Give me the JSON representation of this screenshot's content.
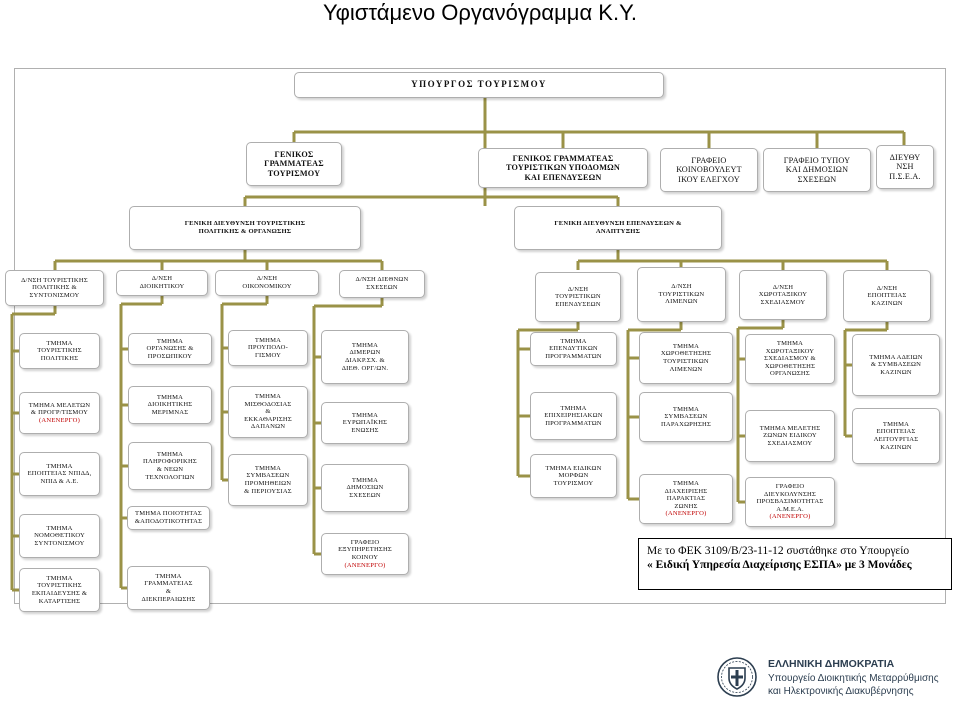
{
  "title": "Υφιστάμενο Οργανόγραμμα Κ.Υ.",
  "colors": {
    "connector": "#9a9247",
    "inactive_text": "#c00000",
    "footer_text": "#2c3e50"
  },
  "org": {
    "minister": "ΥΠΟΥΡΓΟΣ ΤΟΥΡΙΣΜΟΥ",
    "gen_sec": [
      "ΓΕΝΙΚΟΣ",
      "ΓΡΑΜΜΑΤΕΑΣ",
      "ΤΟΥΡΙΣΜΟΥ"
    ],
    "gen_sec2": [
      "ΓΕΝΙΚΟΣ ΓΡΑΜΜΑΤΕΑΣ",
      "ΤΟΥΡΙΣΤΙΚΩΝ ΥΠΟΔΟΜΩΝ",
      "ΚΑΙ ΕΠΕΝΔΥΣΕΩΝ"
    ],
    "office_legal": [
      "ΓΡΑΦΕΙΟ",
      "ΚΟΙΝΟΒΟΥΛΕΥΤ",
      "ΙΚΟΥ ΕΛΕΓΧΟΥ"
    ],
    "office_press": [
      "ΓΡΑΦΕΙΟ ΤΥΠΟΥ",
      "ΚΑΙ ΔΗΜΟΣΙΩΝ",
      "ΣΧΕΣΕΩΝ"
    ],
    "dir_pse": [
      "ΔΙΕΥΘΥ",
      "ΝΣΗ",
      "Π.Σ.Ε.Α."
    ],
    "gd1": [
      "ΓΕΝΙΚΗ ΔΙΕΥΘΥΝΣΗ ΤΟΥΡΙΣΤΙΚΗΣ",
      "ΠΟΛΙΤΙΚΗΣ & ΟΡΓΑΝΩΣΗΣ"
    ],
    "gd2": [
      "ΓΕΝΙΚΗ ΔΙΕΥΘΥΝΣΗ ΕΠΕΝΔΥΣΕΩΝ &",
      "ΑΝΑΠΤΥΞΗΣ"
    ],
    "d1": [
      "Δ/ΝΣΗ ΤΟΥΡΙΣΤΙΚΗΣ",
      "ΠΟΛΙΤΙΚΗΣ &",
      "ΣΥΝΤΟΝΙΣΜΟΥ"
    ],
    "d2": [
      "Δ/ΝΣΗ",
      "ΔΙΟΙΚΗΤΙΚΟΥ"
    ],
    "d3": [
      "Δ/ΝΣΗ",
      "ΟΙΚΟΝΟΜΙΚΟΥ"
    ],
    "d4": [
      "Δ/ΝΣΗ ΔΙΕΘΝΩΝ",
      "ΣΧΕΣΕΩΝ"
    ],
    "d5": [
      "Δ/ΝΣΗ",
      "ΤΟΥΡΙΣΤΙΚΩΝ",
      "ΕΠΕΝΔΥΣΕΩΝ"
    ],
    "d6": [
      "Δ/ΝΣΗ",
      "ΤΟΥΡΙΣΤΙΚΩΝ",
      "ΛΙΜΕΝΩΝ"
    ],
    "d7": [
      "Δ/ΝΣΗ",
      "ΧΩΡΟΤΑΞΙΚΟΥ",
      "ΣΧΕΔΙΑΣΜΟΥ"
    ],
    "d8": [
      "Δ/ΝΣΗ",
      "ΕΠΟΠΤΕΙΑΣ",
      "ΚΑΖΙΝΩΝ"
    ],
    "c1": [
      {
        "lines": [
          "ΤΜΗΜΑ",
          "ΤΟΥΡΙΣΤΙΚΗΣ",
          "ΠΟΛΙΤΙΚΗΣ"
        ]
      },
      {
        "lines": [
          "ΤΜΗΜΑ ΜΕΛΕΤΩΝ",
          "& ΠΡΟΓΡ/ΤΙΣΜΟΥ"
        ],
        "note": "(ΑΝΕΝΕΡΓΟ)"
      },
      {
        "lines": [
          "ΤΜΗΜΑ",
          "ΕΠΟΠΤΕΙΑΣ ΝΠΙΔΔ,",
          "ΝΠΙΔ & Α.Ε."
        ]
      },
      {
        "lines": [
          "ΤΜΗΜΑ",
          "ΝΟΜΟΘΕΤΙΚΟΥ",
          "ΣΥΝΤΟΝΙΣΜΟΥ"
        ]
      },
      {
        "lines": [
          "ΤΜΗΜΑ",
          "ΤΟΥΡΙΣΤΙΚΗΣ",
          "ΕΚΠΑΙΔΕΥΣΗΣ &",
          "ΚΑΤΑΡΤΙΣΗΣ"
        ]
      }
    ],
    "c2": [
      {
        "lines": [
          "ΤΜΗΜΑ",
          "ΟΡΓΑΝΩΣΗΣ &",
          "ΠΡΟΣΩΠΙΚΟΥ"
        ]
      },
      {
        "lines": [
          "ΤΜΗΜΑ",
          "ΔΙΟΙΚΗΤΙΚΗΣ",
          "ΜΕΡΙΜΝΑΣ"
        ]
      },
      {
        "lines": [
          "ΤΜΗΜΑ",
          "ΠΛΗΡΟΦΟΡΙΚΗΣ",
          "& ΝΕΩΝ",
          "ΤΕΧΝΟΛΟΓΙΩΝ"
        ]
      },
      {
        "lines": [
          "ΤΜΗΜΑ ΠΟΙΟΤΗΤΑΣ",
          "&ΑΠΟΔΟΤΙΚΟΤΗΤΑΣ"
        ]
      },
      {
        "lines": [
          "ΤΜΗΜΑ",
          "ΓΡΑΜΜΑΤΕΙΑΣ",
          "&",
          "ΔΙΕΚΠΕΡΑΙΩΣΗΣ"
        ]
      }
    ],
    "c3": [
      {
        "lines": [
          "ΤΜΗΜΑ",
          "ΠΡΟΥΠΟΛΟ-",
          "ΓΙΣΜΟΥ"
        ]
      },
      {
        "lines": [
          "ΤΜΗΜΑ",
          "ΜΙΣΘΟΔΟΣΙΑΣ",
          "&",
          "ΕΚΚΑΘΑΡΙΣΗΣ",
          "ΔΑΠΑΝΩΝ"
        ]
      },
      {
        "lines": [
          "ΤΜΗΜΑ",
          "ΣΥΜΒΑΣΕΩΝ",
          "ΠΡΟΜΗΘΕΙΩΝ",
          "& ΠΕΡΙΟΥΣΙΑΣ"
        ]
      }
    ],
    "c4": [
      {
        "lines": [
          "ΤΜΗΜΑ",
          "ΔΙΜΕΡΩΝ",
          "ΔΙΑΚΡ.ΣΧ. &",
          "ΔΙΕΘ. ΟΡΓ/ΩΝ."
        ]
      },
      {
        "lines": [
          "ΤΜΗΜΑ",
          "ΕΥΡΩΠΑΪΚΗΣ",
          "ΕΝΩΣΗΣ"
        ]
      },
      {
        "lines": [
          "ΤΜΗΜΑ",
          "ΔΗΜΟΣΙΩΝ",
          "ΣΧΕΣΕΩΝ"
        ]
      },
      {
        "lines": [
          "ΓΡΑΦΕΙΟ",
          "ΕΞΥΠΗΡΕΤΗΣΗΣ",
          "ΚΟΙΝΟΥ"
        ],
        "note": "(ΑΝΕΝΕΡΓΟ)"
      }
    ],
    "c5": [
      {
        "lines": [
          "ΤΜΗΜΑ",
          "ΕΠΕΝΔΥΤΙΚΩΝ",
          "ΠΡΟΓΡΑΜΜΑΤΩΝ"
        ]
      },
      {
        "lines": [
          "ΤΜΗΜΑ",
          "ΕΠΙΧΕΙΡΗΣΙΑΚΩΝ",
          "ΠΡΟΓΡΑΜΜΑΤΩΝ"
        ]
      },
      {
        "lines": [
          "ΤΜΗΜΑ ΕΙΔΙΚΩΝ",
          "ΜΟΡΦΩΝ",
          "ΤΟΥΡΙΣΜΟΥ"
        ]
      }
    ],
    "c6": [
      {
        "lines": [
          "ΤΜΗΜΑ",
          "ΧΩΡΟΘΕΤΗΣΗΣ",
          "ΤΟΥΡΙΣΤΙΚΩΝ",
          "ΛΙΜΕΝΩΝ"
        ]
      },
      {
        "lines": [
          "ΤΜΗΜΑ",
          "ΣΥΜΒΑΣΕΩΝ",
          "ΠΑΡΑΧΩΡΗΣΗΣ"
        ]
      },
      {
        "lines": [
          "ΤΜΗΜΑ",
          "ΔΙΑΧΕΙΡΙΣΗΣ",
          "ΠΑΡΑΚΤΙΑΣ",
          "ΖΩΝΗΣ"
        ],
        "note": "(ΑΝΕΝΕΡΓΟ)"
      }
    ],
    "c7": [
      {
        "lines": [
          "ΤΜΗΜΑ",
          "ΧΩΡΟΤΑΞΙΚΟΥ",
          "ΣΧΕΔΙΑΣΜΟΥ &",
          "ΧΩΡΟΘΕΤΗΣΗΣ",
          "ΟΡΓΑΝΩΣΗΣ"
        ]
      },
      {
        "lines": [
          "ΤΜΗΜΑ ΜΕΛΕΤΗΣ",
          "ΖΩΝΩΝ ΕΙΔΙΚΟΥ",
          "ΣΧΕΔΙΑΣΜΟΥ"
        ]
      },
      {
        "lines": [
          "ΓΡΑΦΕΙΟ",
          "ΔΙΕΥΚΟΛΥΝΣΗΣ",
          "ΠΡΟΣΒΑΣΙΜΟΤΗΤΑΣ",
          "Α.Μ.Ε.Α."
        ],
        "note": "(ΑΝΕΝΕΡΓΟ)"
      }
    ],
    "c8": [
      {
        "lines": [
          "ΤΜΗΜΑ ΑΔΕΙΩΝ",
          "& ΣΥΜΒΑΣΕΩΝ",
          "ΚΑΖΙΝΩΝ"
        ]
      },
      {
        "lines": [
          "ΤΜΗΜΑ",
          "ΕΠΟΠΤΕΙΑΣ",
          "ΛΕΙΤΟΥΡΓΙΑΣ",
          "ΚΑΖΙΝΩΝ"
        ]
      }
    ]
  },
  "note_box": {
    "line1": "Με το ΦΕΚ 3109/Β/23-11-12 συστάθηκε στο Υπουργείο",
    "line2": "« Ειδική Υπηρεσία Διαχείρισης ΕΣΠΑ» με 3 Μονάδες"
  },
  "footer": {
    "line1": "ΕΛΛΗΝΙΚΗ ΔΗΜΟΚΡΑΤΙΑ",
    "line2": "Υπουργείο Διοικητικής Μεταρρύθμισης",
    "line3": "και Ηλεκτρονικής Διακυβέρνησης",
    "emblem_icon": "greek-coat-of-arms-icon"
  }
}
